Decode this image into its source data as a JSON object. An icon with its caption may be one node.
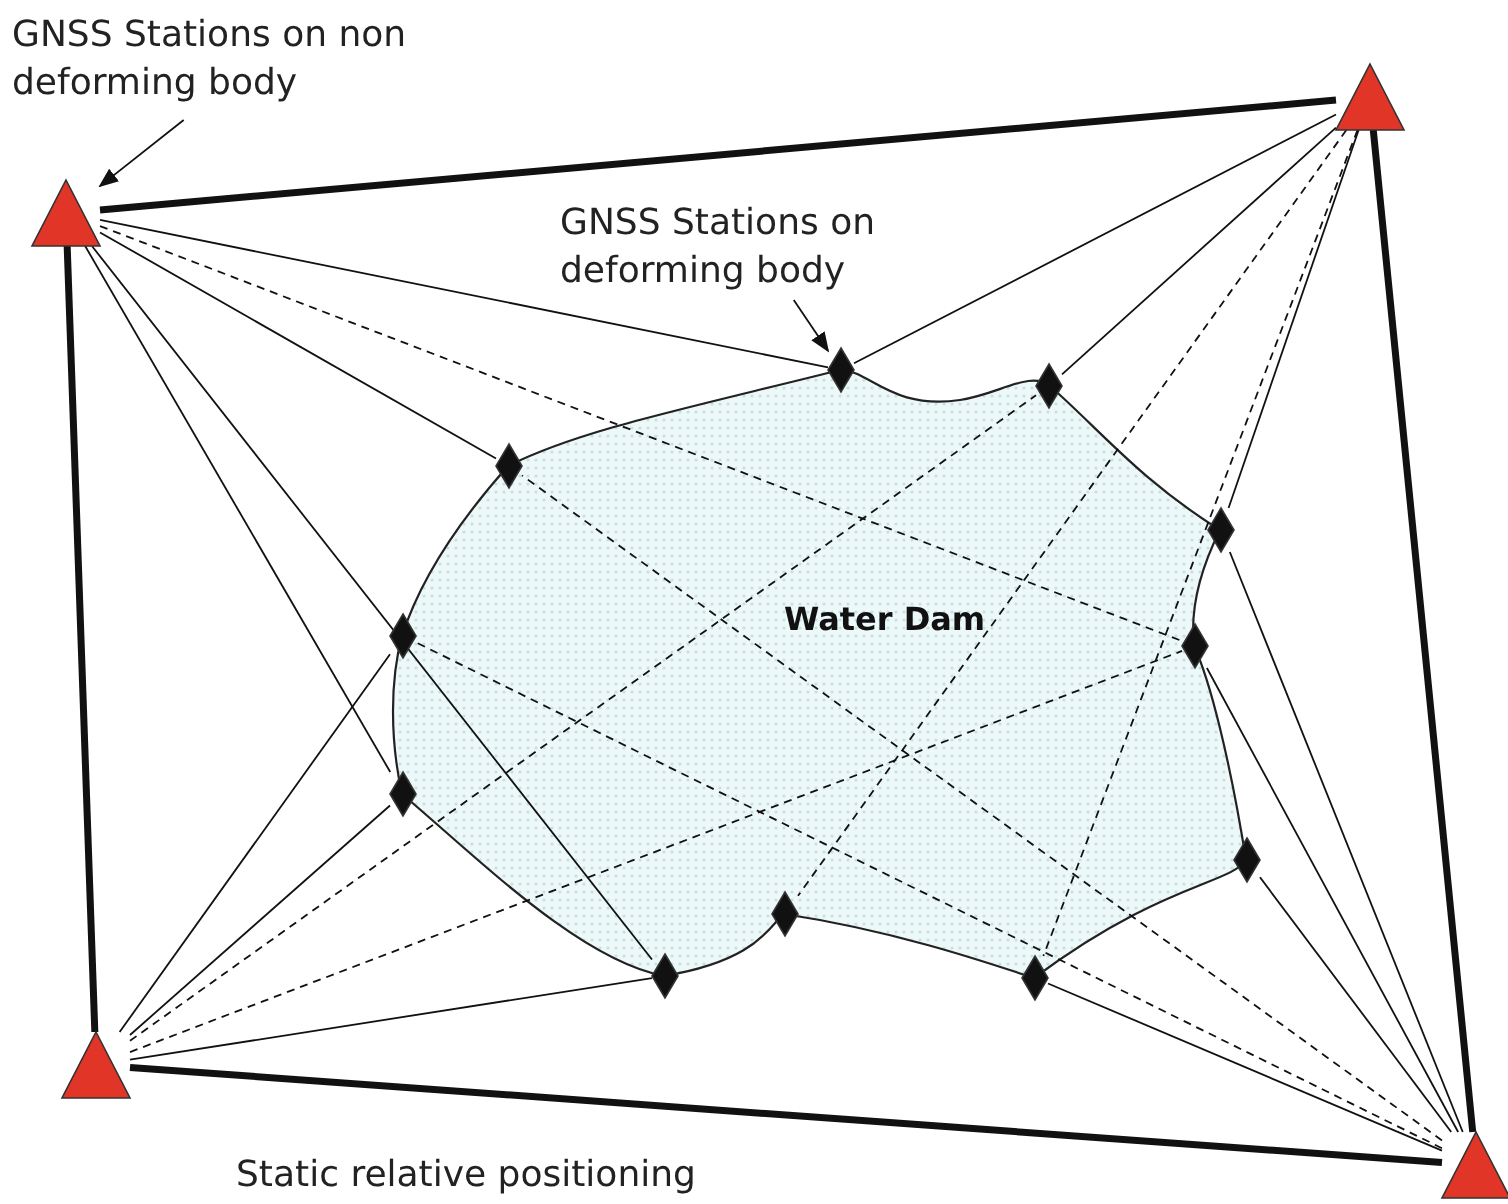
{
  "diagram": {
    "caption": "Static relative positioning",
    "nodes": [
      {
        "text": [
          "GNSS Stations on non deforming body"
        ]
      },
      {
        "text": [
          "GNSS Stations on deforming body"
        ]
      },
      {
        "text": [
          "Water Dam"
        ]
      },
      {
        "text": [],
        "shape": "triangle"
      },
      {
        "text": [],
        "shape": "triangle"
      },
      {
        "text": [],
        "shape": "triangle"
      },
      {
        "text": [],
        "shape": "triangle"
      },
      {
        "text": [],
        "shape": "diamond"
      },
      {
        "text": [],
        "shape": "diamond"
      },
      {
        "text": [],
        "shape": "diamond"
      },
      {
        "text": [],
        "shape": "diamond"
      },
      {
        "text": [],
        "shape": "diamond"
      },
      {
        "text": [],
        "shape": "diamond"
      },
      {
        "text": [],
        "shape": "diamond"
      },
      {
        "text": [],
        "shape": "diamond"
      },
      {
        "text": [],
        "shape": "diamond"
      },
      {
        "text": [],
        "shape": "diamond"
      },
      {
        "text": [],
        "shape": "diamond"
      }
    ],
    "edges": [
      {
        "from": 3,
        "to": 4,
        "arrow": "none",
        "style": "thick"
      },
      {
        "from": 4,
        "to": 6,
        "arrow": "none",
        "style": "thick"
      },
      {
        "from": 6,
        "to": 5,
        "arrow": "none",
        "style": "thick"
      },
      {
        "from": 5,
        "to": 3,
        "arrow": "none",
        "style": "thick"
      },
      {
        "from": 3,
        "to": 7,
        "arrow": "none"
      },
      {
        "from": 3,
        "to": 9,
        "arrow": "none"
      },
      {
        "from": 3,
        "to": 13,
        "arrow": "none"
      },
      {
        "from": 3,
        "to": 16,
        "arrow": "none"
      },
      {
        "from": 4,
        "to": 7,
        "arrow": "none"
      },
      {
        "from": 4,
        "to": 8,
        "arrow": "none"
      },
      {
        "from": 4,
        "to": 10,
        "arrow": "none"
      },
      {
        "from": 5,
        "to": 11,
        "arrow": "none"
      },
      {
        "from": 5,
        "to": 13,
        "arrow": "none"
      },
      {
        "from": 5,
        "to": 16,
        "arrow": "none"
      },
      {
        "from": 6,
        "to": 10,
        "arrow": "none"
      },
      {
        "from": 6,
        "to": 12,
        "arrow": "none"
      },
      {
        "from": 6,
        "to": 14,
        "arrow": "none"
      },
      {
        "from": 6,
        "to": 17,
        "arrow": "none"
      },
      {
        "from": 3,
        "to": 12,
        "arrow": "none",
        "style": "dashed"
      },
      {
        "from": 4,
        "to": 15,
        "arrow": "none",
        "style": "dashed"
      },
      {
        "from": 4,
        "to": 17,
        "arrow": "none",
        "style": "dashed"
      },
      {
        "from": 5,
        "to": 8,
        "arrow": "none",
        "style": "dashed"
      },
      {
        "from": 5,
        "to": 12,
        "arrow": "none",
        "style": "dashed"
      },
      {
        "from": 6,
        "to": 9,
        "arrow": "none",
        "style": "dashed"
      },
      {
        "from": 6,
        "to": 11,
        "arrow": "none",
        "style": "dashed"
      },
      {
        "from": 0,
        "to": 3,
        "arrow": "to"
      },
      {
        "from": 1,
        "to": 7,
        "arrow": "to"
      }
    ]
  }
}
